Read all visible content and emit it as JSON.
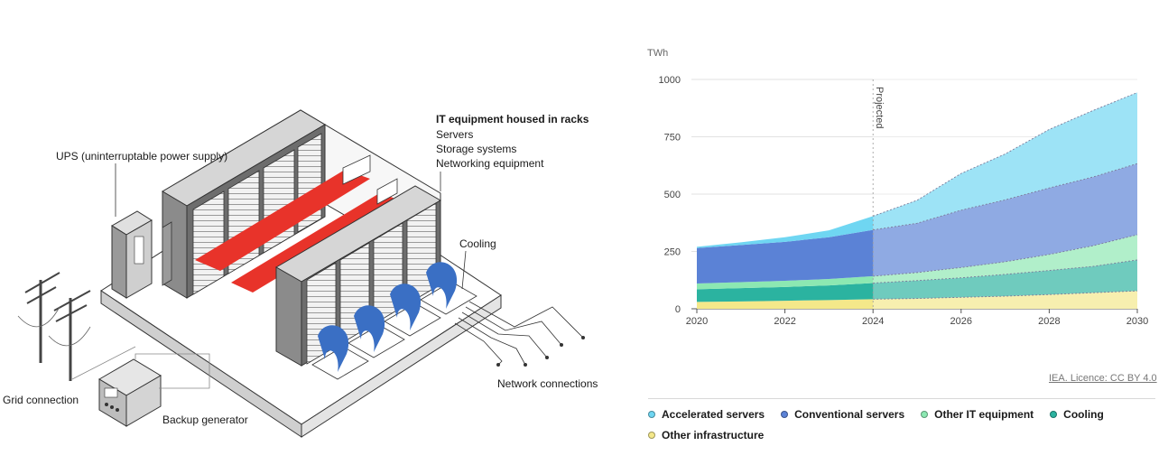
{
  "illustration": {
    "it_title": "IT equipment housed in racks",
    "it_items": [
      "Servers",
      "Storage systems",
      "Networking equipment"
    ],
    "ups": "UPS (uninterruptable power supply)",
    "cooling": "Cooling",
    "grid": "Grid connection",
    "generator": "Backup generator",
    "network": "Network connections"
  },
  "colors": {
    "accelerated": "#6fd6f2",
    "conventional": "#5b82d6",
    "other_it": "#8ce8b2",
    "cooling": "#2bb3a0",
    "other_infra": "#f4e88a",
    "hot_aisle": "#e8332a",
    "cooling_duct": "#3a6fc4"
  },
  "credit": "IEA. Licence: CC BY 4.0",
  "chart_data": {
    "type": "area",
    "stacked": true,
    "ylabel": "TWh",
    "ylim": [
      0,
      1000
    ],
    "yticks": [
      0,
      250,
      500,
      750,
      1000
    ],
    "x": [
      2020,
      2021,
      2022,
      2023,
      2024,
      2025,
      2026,
      2027,
      2028,
      2029,
      2030
    ],
    "xticks": [
      2020,
      2022,
      2024,
      2026,
      2028,
      2030
    ],
    "projected_from": 2024,
    "projected_label": "Projected",
    "series": [
      {
        "name": "Other infrastructure",
        "color_key": "other_infra",
        "values": [
          30,
          32,
          35,
          38,
          42,
          45,
          50,
          55,
          62,
          70,
          78
        ]
      },
      {
        "name": "Cooling",
        "color_key": "cooling",
        "values": [
          55,
          58,
          60,
          64,
          70,
          78,
          85,
          95,
          105,
          115,
          135
        ]
      },
      {
        "name": "Other IT equipment",
        "color_key": "other_it",
        "values": [
          25,
          26,
          27,
          28,
          30,
          35,
          45,
          55,
          70,
          90,
          110
        ]
      },
      {
        "name": "Conventional servers",
        "color_key": "conventional",
        "values": [
          155,
          162,
          170,
          182,
          202,
          215,
          250,
          270,
          290,
          300,
          310
        ]
      },
      {
        "name": "Accelerated servers",
        "color_key": "accelerated",
        "values": [
          5,
          12,
          20,
          30,
          60,
          100,
          160,
          200,
          255,
          290,
          310
        ]
      }
    ],
    "legend_rows": [
      [
        "Accelerated servers",
        "Conventional servers",
        "Other IT equipment",
        "Cooling"
      ],
      [
        "Other infrastructure"
      ]
    ]
  }
}
